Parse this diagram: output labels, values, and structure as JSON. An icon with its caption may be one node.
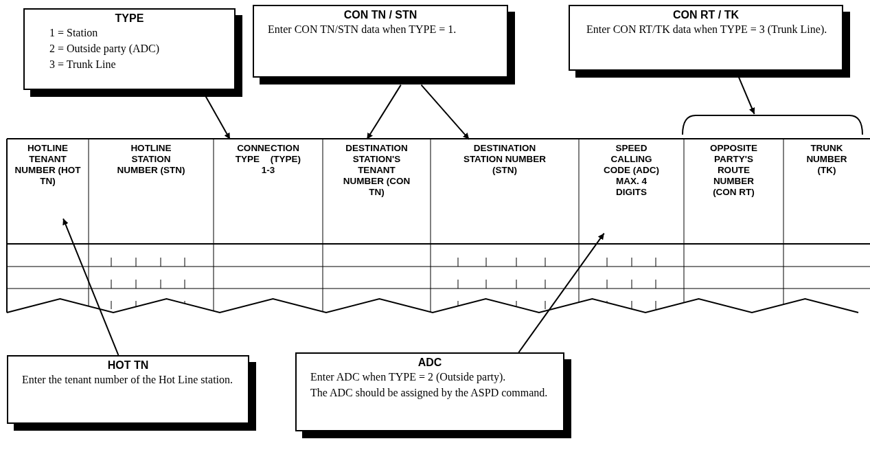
{
  "diagram": {
    "nodes": [
      {
        "text": [
          "TYPE",
          "1 = Station",
          "2 = Outside party (ADC)",
          "3 = Trunk Line"
        ]
      },
      {
        "text": [
          "CON TN / STN",
          "Enter CON TN/STN data when TYPE = 1."
        ]
      },
      {
        "text": [
          "CON RT / TK",
          "Enter CON RT/TK data when TYPE = 3 (Trunk Line)."
        ]
      },
      {
        "text": [],
        "shape": "bracket"
      },
      {
        "text": [
          "HOTLINE TENANT NUMBER (HOT TN)"
        ]
      },
      {
        "text": [
          "HOTLINE STATION NUMBER (STN)"
        ]
      },
      {
        "text": [
          "CONNECTION TYPE (TYPE) 1-3"
        ]
      },
      {
        "text": [
          "DESTINATION STATION'S TENANT NUMBER (CON TN)"
        ]
      },
      {
        "text": [
          "DESTINATION STATION NUMBER (STN)"
        ]
      },
      {
        "text": [
          "SPEED CALLING CODE (ADC) MAX. 4 DIGITS"
        ]
      },
      {
        "text": [
          "OPPOSITE PARTY'S ROUTE NUMBER (CON RT)"
        ]
      },
      {
        "text": [
          "TRUNK NUMBER (TK)"
        ]
      },
      {
        "text": [
          "HOT TN",
          "Enter the tenant number of the Hot Line station."
        ]
      },
      {
        "text": [
          "ADC",
          "Enter ADC when TYPE = 2 (Outside party).",
          "The ADC should be assigned by the ASPD command."
        ]
      }
    ],
    "edges": [
      {
        "from": 0,
        "to": 6,
        "arrow": "to"
      },
      {
        "from": 1,
        "to": 7,
        "arrow": "to"
      },
      {
        "from": 1,
        "to": 8,
        "arrow": "to"
      },
      {
        "from": 2,
        "to": 3,
        "arrow": "to"
      },
      {
        "from": 12,
        "to": 4,
        "arrow": "to"
      },
      {
        "from": 13,
        "to": 9,
        "arrow": "to"
      }
    ]
  }
}
